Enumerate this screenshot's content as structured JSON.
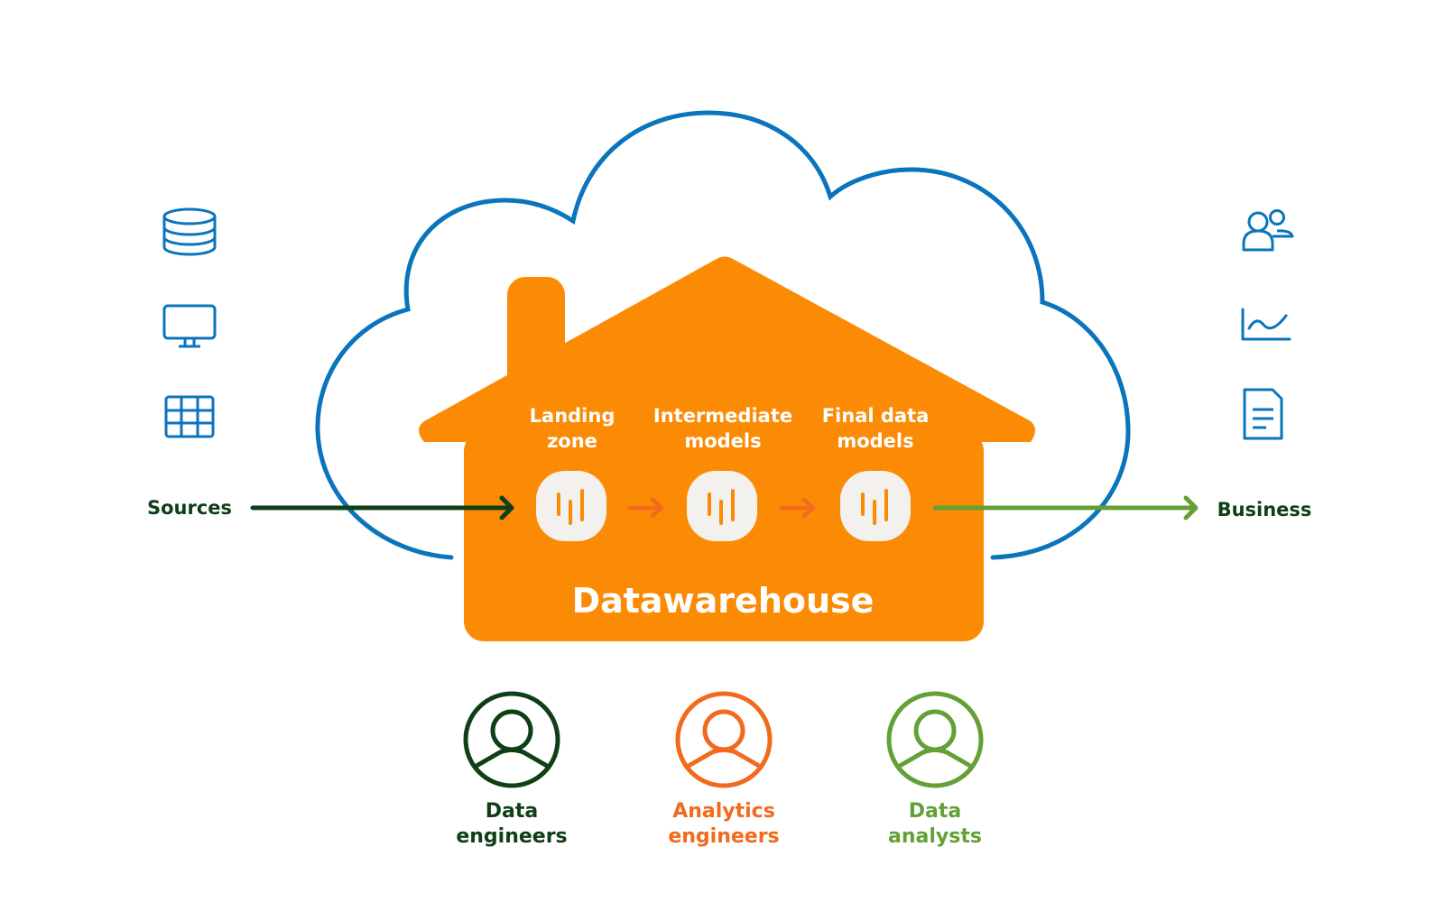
{
  "colors": {
    "cloud": "#0a74bd",
    "house": "#fb8b05",
    "model_tile": "#f2f1ee",
    "model_bars": "#fb8b05",
    "pipe_arrow": "#f46a1f",
    "icon_blue": "#0a74bd",
    "dark_green": "#0f3f16",
    "orange": "#f26a1e",
    "light_green": "#63a035",
    "white": "#ffffff"
  },
  "sources": {
    "label": "Sources",
    "icons": [
      "database-icon",
      "monitor-icon",
      "table-grid-icon"
    ]
  },
  "business": {
    "label": "Business",
    "icons": [
      "users-icon",
      "line-chart-icon",
      "document-icon"
    ]
  },
  "warehouse": {
    "title": "Datawarehouse",
    "stages": [
      {
        "line1": "Landing",
        "line2": "zone"
      },
      {
        "line1": "Intermediate",
        "line2": "models"
      },
      {
        "line1": "Final data",
        "line2": "models"
      }
    ]
  },
  "roles": [
    {
      "line1": "Data",
      "line2": "engineers",
      "color": "#0f3f16"
    },
    {
      "line1": "Analytics",
      "line2": "engineers",
      "color": "#f26a1e"
    },
    {
      "line1": "Data",
      "line2": "analysts",
      "color": "#63a035"
    }
  ]
}
